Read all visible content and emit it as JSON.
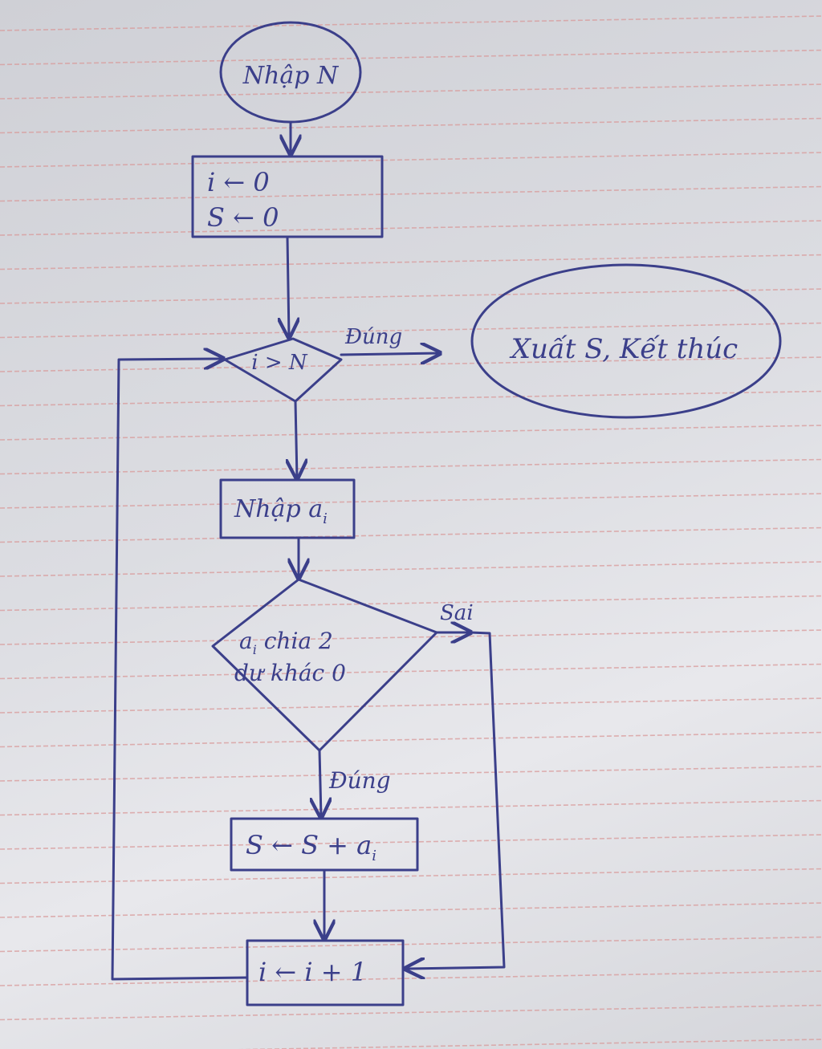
{
  "flowchart": {
    "start_label": "Nhập N",
    "init_line1": "i ← 0",
    "init_line2": "S ← 0",
    "loop_condition": "i > N",
    "yes_label_1": "Đúng",
    "end_label": "Xuất S, Kết thúc",
    "input_label": "Nhập a",
    "input_subscript": "i",
    "check_line1": "a",
    "check_line1_sub": "i",
    "check_line1_rest": " chia 2",
    "check_line2": "dư khác 0",
    "no_label": "Sai",
    "yes_label_2": "Đúng",
    "sum_label": "S ← S + a",
    "sum_subscript": "i",
    "increment_label": "i ← i + 1"
  },
  "colors": {
    "ink": "#3b3f8a",
    "paper": "#dcdde2",
    "rule_line": "#d99a9a"
  }
}
